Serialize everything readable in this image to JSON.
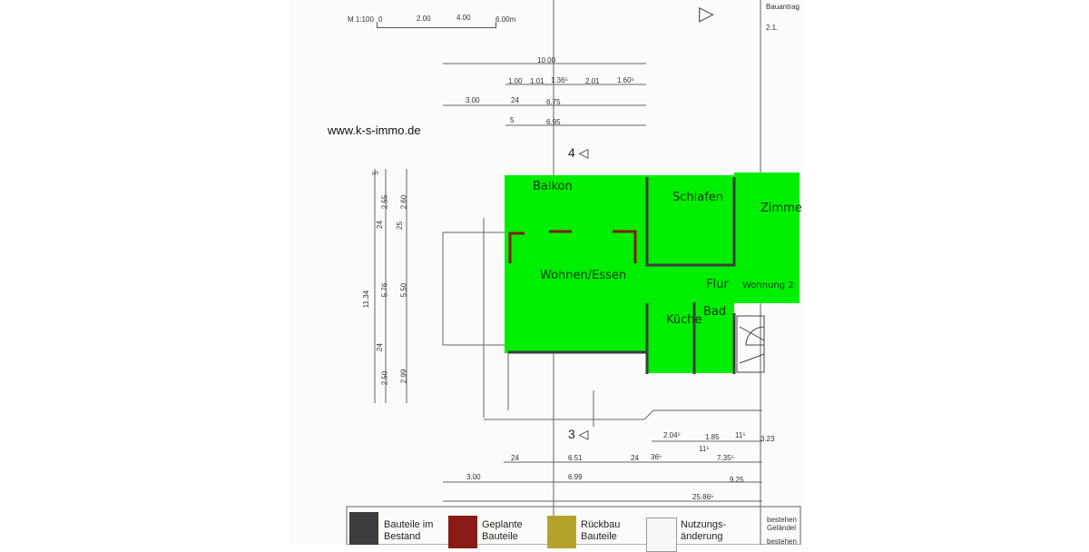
{
  "scale": {
    "label": "M 1:100",
    "ticks": [
      "0",
      "2.00",
      "4.00",
      "6.00m"
    ]
  },
  "header_right": {
    "title": "Bauantrag",
    "number": "2.1."
  },
  "website": "www.k-s-immo.de",
  "section_markers": [
    "4",
    "3"
  ],
  "rooms": [
    "Balkon",
    "Schlafen",
    "Zimmer",
    "Wohnen/Essen",
    "Flur",
    "Wohnung 2",
    "Küche",
    "Bad"
  ],
  "dims_top": [
    "10.00",
    "1.00",
    "1.01",
    "1.36⁵",
    "2.01",
    "1.60⁵",
    "3.00",
    "24",
    "6.75",
    "5",
    "6.95"
  ],
  "dims_left": [
    "11.34",
    "5",
    "2.55",
    "24",
    "5.76",
    "24",
    "2.50",
    "2.60",
    "25",
    "5.50",
    "2.99"
  ],
  "dims_bottom": [
    "2.04⁵",
    "1.85",
    "11⁵",
    "3.23",
    "11⁵",
    "24",
    "6.51",
    "24",
    "36⁵",
    "7.35⁵",
    "3.00",
    "6.99",
    "9.25",
    "25.86⁵"
  ],
  "legend": [
    {
      "label": "Bauteile im Bestand",
      "color": "#3c3c3e"
    },
    {
      "label": "Geplante Bauteile",
      "color": "#8a1a14"
    },
    {
      "label": "Rückbau Bauteile",
      "color": "#b5a22a"
    },
    {
      "label": "Nutzungs-änderung",
      "color": "#f8f8f8"
    }
  ],
  "legend_right": [
    "bestehen Geländel",
    "bestehen"
  ],
  "colors": {
    "highlight": "#00ee00",
    "paper": "#fbfbf9",
    "line": "#555555"
  }
}
